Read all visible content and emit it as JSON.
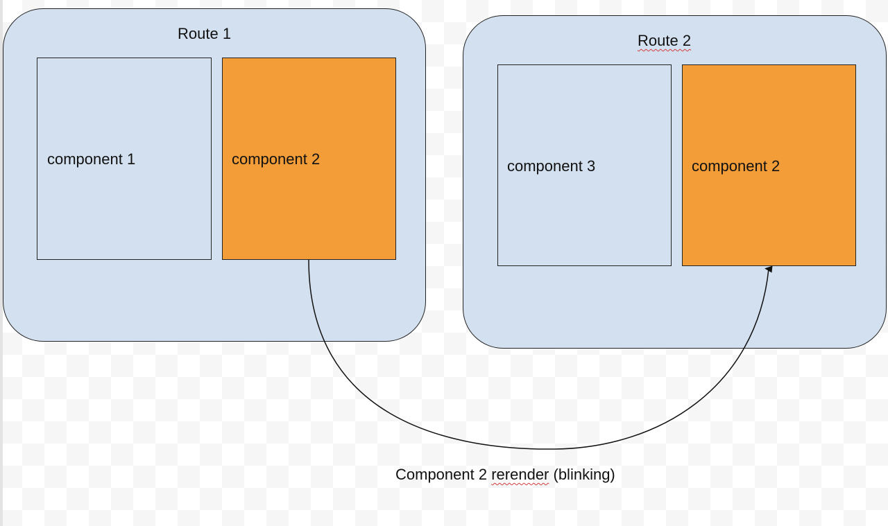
{
  "routes": [
    {
      "title": "Route 1",
      "components": [
        {
          "label": "component 1",
          "highlighted": false
        },
        {
          "label": "component 2",
          "highlighted": true
        }
      ]
    },
    {
      "title": "Route 2",
      "components": [
        {
          "label": "component 3",
          "highlighted": false
        },
        {
          "label": "component 2",
          "highlighted": true
        }
      ]
    }
  ],
  "transition": {
    "caption_prefix": "Component 2",
    "caption_flagged_word": "rerender",
    "caption_suffix": "(blinking)"
  },
  "colors": {
    "route_fill": "#d3e0ef",
    "component_fill": "#d3e0ef",
    "highlight_fill": "#f29d38",
    "outline": "#222222",
    "spellcheck_underline": "#d23b3b"
  }
}
